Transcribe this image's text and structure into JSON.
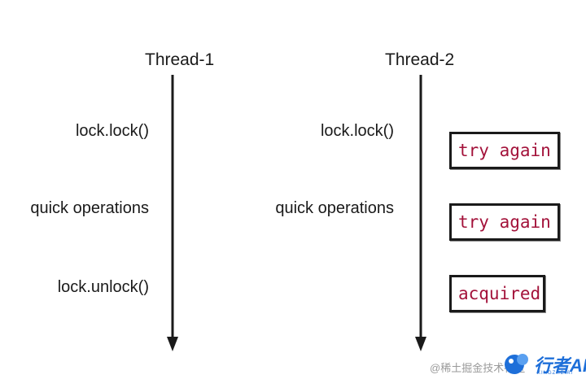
{
  "threads": [
    {
      "title": "Thread-1",
      "steps": [
        "lock.lock()",
        "quick operations",
        "lock.unlock()"
      ]
    },
    {
      "title": "Thread-2",
      "steps": [
        "lock.lock()",
        "quick operations"
      ]
    }
  ],
  "status_tags": [
    "try again",
    "try again",
    "acquired"
  ],
  "watermark": {
    "text": "@稀土掘金技术社区",
    "logo": "行者AI",
    "logo_sub": "XINGZHE.AI"
  },
  "colors": {
    "tag_text": "#a3123a",
    "line": "#1a1a1a",
    "logo": "#1e6fd9"
  }
}
